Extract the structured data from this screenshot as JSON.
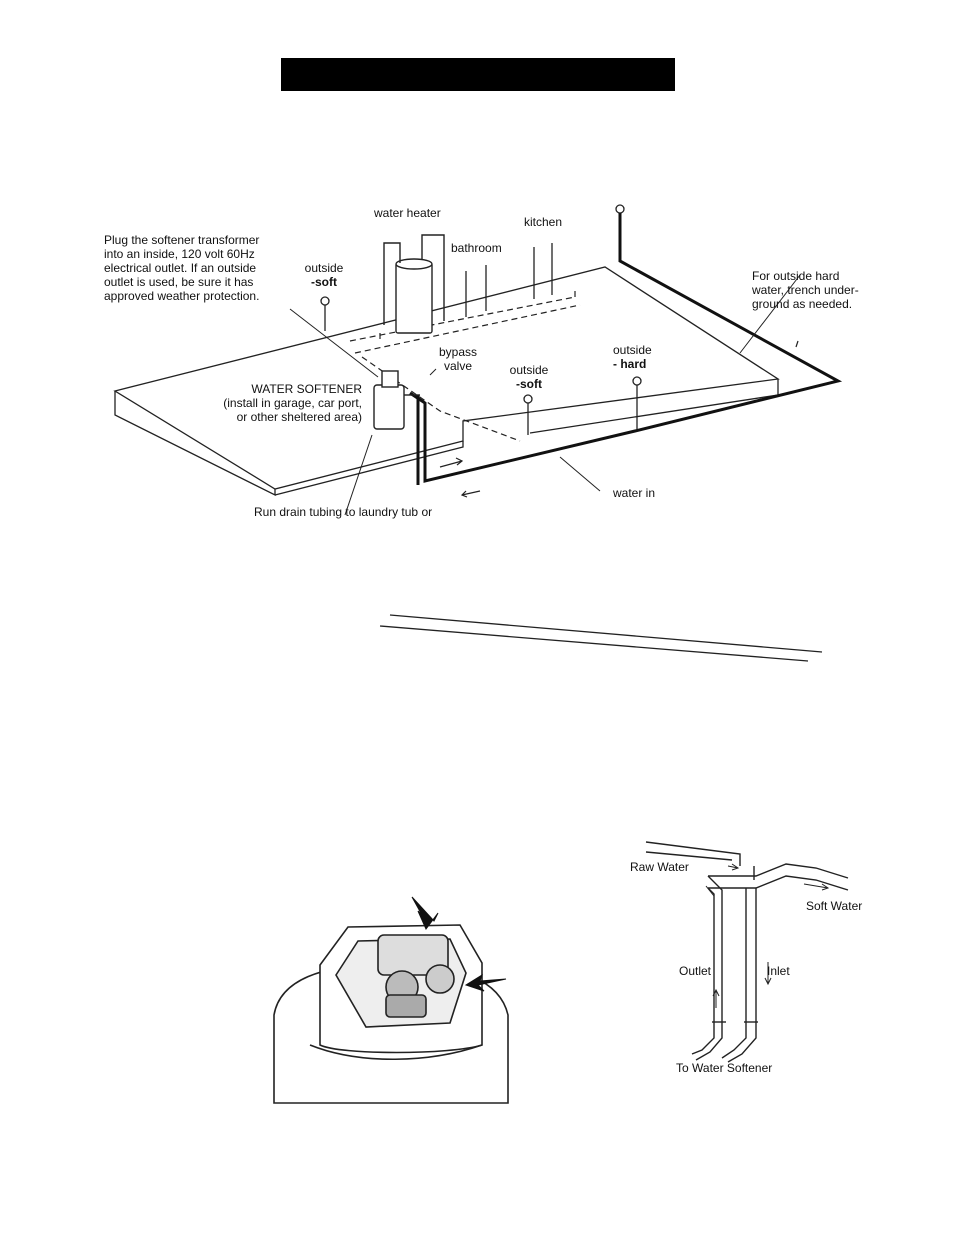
{
  "title_bar": {
    "text": ""
  },
  "plumbing": {
    "water_heater": "water heater",
    "bathroom": "bathroom",
    "kitchen": "kitchen",
    "transformer_note": [
      "Plug the softener transformer",
      "into an inside, 120 volt 60Hz",
      "electrical outlet. If an outside",
      "outlet is used, be sure it has",
      "approved weather protection."
    ],
    "outside_left": "outside",
    "outside_left_type": "-soft",
    "bypass_valve": [
      "bypass",
      "valve"
    ],
    "outside_mid": "outside",
    "outside_mid_type": "-soft",
    "outside_right": "outside",
    "outside_right_type": "- hard",
    "outside_hard_note": [
      "For outside hard",
      "water, trench under-",
      "ground as needed."
    ],
    "water_softener": [
      "WATER SOFTENER",
      "(install in garage, car port,",
      "or other sheltered area)"
    ],
    "drain_note": "Run drain tubing to laundry tub or",
    "water_in": "water in"
  },
  "bypass_diagram": {
    "raw_water": "Raw Water",
    "soft_water": "Soft Water",
    "outlet": "Outlet",
    "inlet": "Inlet",
    "to_softener": "To Water Softener"
  }
}
